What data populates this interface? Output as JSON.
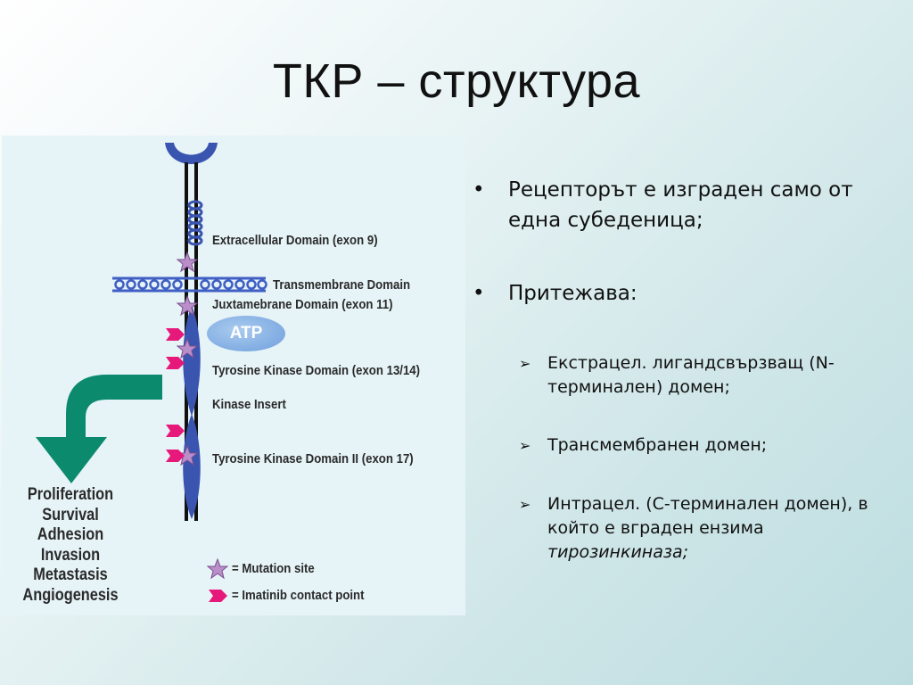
{
  "slide": {
    "title": "ТКР – структура"
  },
  "figure": {
    "labels": {
      "extracellular": "Extracellular Domain (exon 9)",
      "transmembrane": "Transmembrane Domain",
      "juxtamembrane": "Juxtamebrane Domain (exon 11)",
      "atp": "ATP",
      "tk1": "Tyrosine Kinase Domain (exon 13/14)",
      "insert": "Kinase Insert",
      "tk2": "Tyrosine Kinase Domain II (exon 17)"
    },
    "outcomes": [
      "Proliferation",
      "Survival",
      "Adhesion",
      "Invasion",
      "Metastasis",
      "Angiogenesis"
    ],
    "legend": {
      "mutation": "= Mutation site",
      "imatinib": "= Imatinib contact point"
    },
    "colors": {
      "receptor_blue": "#3a55b0",
      "membrane_blue": "#3f5fc4",
      "arrow_green": "#0c8a6e",
      "star_purple": "#b98ec9",
      "contact_pink": "#e6197a"
    }
  },
  "bullets": [
    {
      "level": 1,
      "symbol": "•",
      "text": "Рецепторът е изграден само от една субеденица;"
    },
    {
      "level": 1,
      "symbol": "•",
      "text": "Притежава:"
    },
    {
      "level": 2,
      "symbol": "➢",
      "text": "Екстрацел. лигандсвързващ (N-терминален) домен;"
    },
    {
      "level": 2,
      "symbol": "➢",
      "text": "Трансмембранен домен;"
    },
    {
      "level": 2,
      "symbol": "➢",
      "text": "Интрацел. (С-терминален домен), в който е вграден ензима ",
      "text_em": "тирозинкиназа;"
    }
  ]
}
